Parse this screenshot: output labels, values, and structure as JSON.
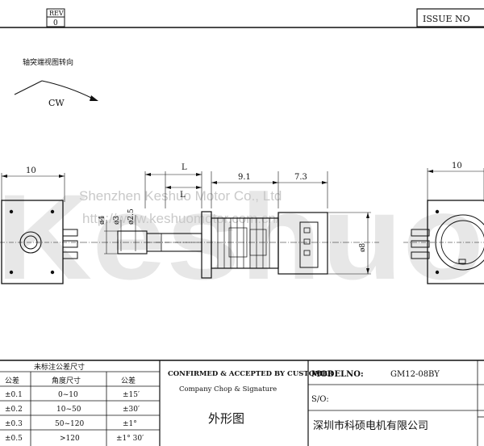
{
  "header": {
    "rev_label": "REV",
    "rev_value": "0",
    "issue_no_label": "ISSUE  NO"
  },
  "rotation_note": {
    "title": "轴突端视图转向",
    "direction": "CW"
  },
  "watermark": {
    "logo_text": "Keshuo",
    "company": "Shenzhen Keshuo Motor Co., Ltd",
    "url": "http://www.keshuomotor.com.cn/"
  },
  "dimensions": {
    "left_view_width": "10",
    "right_view_width": "10",
    "motor_length": "9.1",
    "encoder_length": "7.3",
    "shaft_length_1": "L",
    "shaft_length_2": "L",
    "shaft_dia_outer": "ø4",
    "shaft_dia_mid": "ø3",
    "shaft_dia_inner": "ø2.5",
    "body_dia": "ø8"
  },
  "tolerance_table": {
    "title": "未标注公差尺寸",
    "headers": [
      "公差",
      "角度尺寸",
      "公差"
    ],
    "rows": [
      [
        "±0.1",
        "0~10",
        "±15′"
      ],
      [
        "±0.2",
        "10~50",
        "±30′"
      ],
      [
        "±0.3",
        "50~120",
        "±1°"
      ],
      [
        "±0.5",
        ">120",
        "±1° 30′"
      ]
    ]
  },
  "approval": {
    "line1": "CONFIRMED & ACCEPTED BY CUSTOMER",
    "line2": "Company Chop & Signature",
    "drawing_type": "外形图"
  },
  "model": {
    "model_label": "MODELNO:",
    "model_value": "GM12-08BY",
    "so_label": "S/O:",
    "company_name": "深圳市科硕电机有限公司"
  }
}
